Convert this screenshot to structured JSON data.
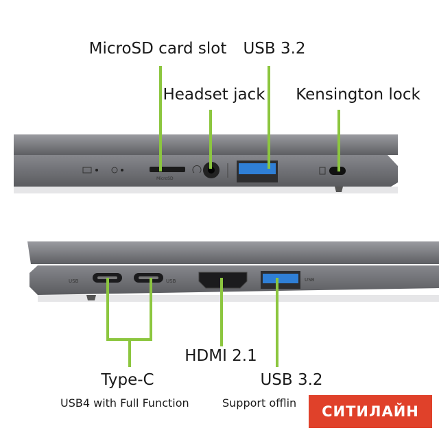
{
  "top_view": {
    "labels": {
      "microsd": "MicroSD card slot",
      "usb": "USB 3.2",
      "headset": "Headset jack",
      "kensington": "Kensington lock"
    }
  },
  "bottom_view": {
    "labels": {
      "hdmi": "HDMI 2.1",
      "typec": "Type-C",
      "typec_sub": "USB4 with Full Function",
      "usb": "USB 3.2",
      "usb_sub": "Support offlin"
    }
  },
  "watermark": "СИТИЛАЙН",
  "colors": {
    "callout": "#8cc63f",
    "chassis": "#6e6f73",
    "usb_blue": "#2f7fd6",
    "logo": "#e0412a"
  }
}
